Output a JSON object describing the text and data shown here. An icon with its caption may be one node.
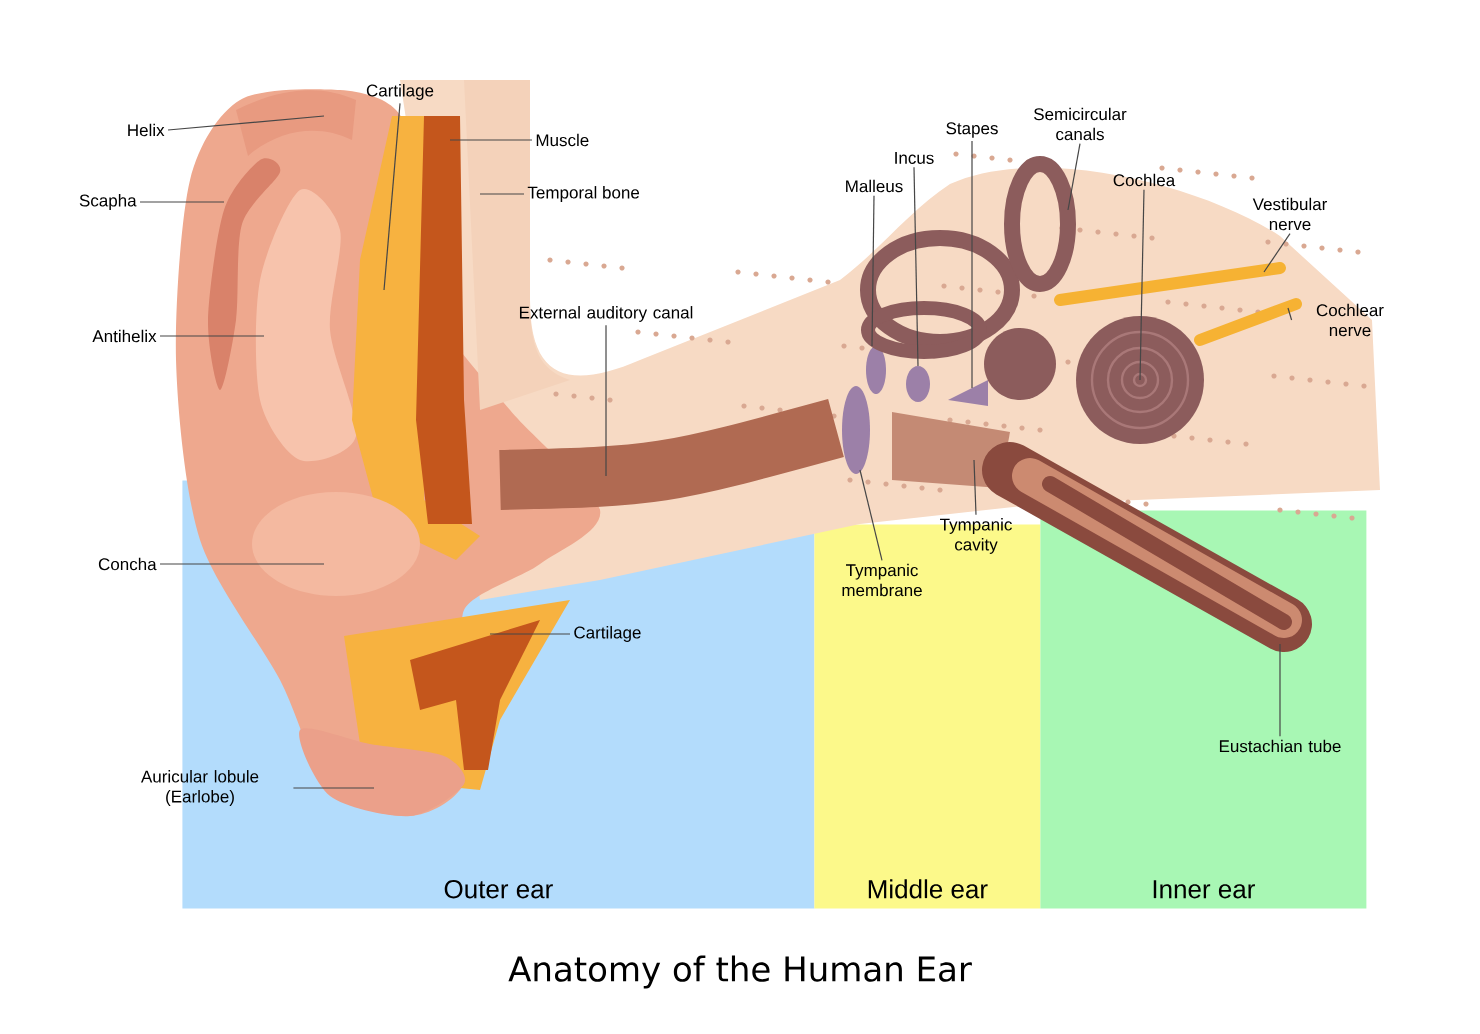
{
  "diagram": {
    "title": "Anatomy of the Human Ear",
    "nodes": [
      {
        "text": [
          "Outer ear"
        ]
      },
      {
        "text": [
          "Middle ear"
        ]
      },
      {
        "text": [
          "Inner ear"
        ]
      },
      {
        "text": [
          "Helix"
        ]
      },
      {
        "text": [
          "Scapha"
        ]
      },
      {
        "text": [
          "Antihelix"
        ]
      },
      {
        "text": [
          "Cartilage"
        ]
      },
      {
        "text": [
          "Muscle"
        ]
      },
      {
        "text": [
          "Temporal bone"
        ]
      },
      {
        "text": [
          "External auditory canal"
        ]
      },
      {
        "text": [
          "Concha"
        ]
      },
      {
        "text": [
          "Cartilage"
        ],
        "in": 0
      },
      {
        "text": [
          "Auricular lobule (Earlobe)"
        ]
      },
      {
        "text": [
          "Malleus"
        ]
      },
      {
        "text": [
          "Incus"
        ]
      },
      {
        "text": [
          "Stapes"
        ]
      },
      {
        "text": [
          "Semicircular canals"
        ]
      },
      {
        "text": [
          "Cochlea"
        ]
      },
      {
        "text": [
          "Vestibular nerve"
        ]
      },
      {
        "text": [
          "Cochlear nerve"
        ]
      },
      {
        "text": [
          "Tympanic membrane"
        ],
        "in": 1
      },
      {
        "text": [
          "Tympanic cavity"
        ]
      },
      {
        "text": [
          "Eustachian tube"
        ],
        "in": 2
      },
      {
        "text": [],
        "shape": "picture"
      },
      {
        "text": [],
        "shape": "picture"
      },
      {
        "text": [],
        "shape": "picture"
      },
      {
        "text": [],
        "shape": "picture"
      },
      {
        "text": [],
        "shape": "picture"
      },
      {
        "text": [],
        "shape": "picture"
      },
      {
        "text": [],
        "shape": "picture"
      },
      {
        "text": [],
        "shape": "circle",
        "in": 0
      },
      {
        "text": [],
        "shape": "picture",
        "in": 0
      },
      {
        "text": [],
        "shape": "picture",
        "in": 0
      },
      {
        "text": [],
        "shape": "circle"
      },
      {
        "text": [],
        "shape": "circle"
      },
      {
        "text": [],
        "shape": "picture"
      },
      {
        "text": [],
        "shape": "picture"
      },
      {
        "text": [],
        "shape": "picture"
      },
      {
        "text": [],
        "shape": "picture"
      },
      {
        "text": [],
        "shape": "picture"
      },
      {
        "text": [],
        "shape": "circle"
      },
      {
        "text": [],
        "shape": "picture"
      },
      {
        "text": [],
        "shape": "picture"
      }
    ],
    "edges": [
      {
        "from": 3,
        "to": 23,
        "arrow": "none"
      },
      {
        "from": 4,
        "to": 24,
        "arrow": "none"
      },
      {
        "from": 5,
        "to": 25,
        "arrow": "none"
      },
      {
        "from": 6,
        "to": 26,
        "arrow": "none"
      },
      {
        "from": 7,
        "to": 27,
        "arrow": "none"
      },
      {
        "from": 8,
        "to": 28,
        "arrow": "none"
      },
      {
        "from": 9,
        "to": 29,
        "arrow": "none"
      },
      {
        "from": 10,
        "to": 30,
        "arrow": "none"
      },
      {
        "from": 11,
        "to": 31,
        "arrow": "none"
      },
      {
        "from": 12,
        "to": 32,
        "arrow": "none"
      },
      {
        "from": 13,
        "to": 33,
        "arrow": "none"
      },
      {
        "from": 14,
        "to": 34,
        "arrow": "none"
      },
      {
        "from": 15,
        "to": 35,
        "arrow": "none"
      },
      {
        "from": 16,
        "to": 36,
        "arrow": "none"
      },
      {
        "from": 17,
        "to": 37,
        "arrow": "none"
      },
      {
        "from": 18,
        "to": 38,
        "arrow": "none"
      },
      {
        "from": 19,
        "to": 39,
        "arrow": "none"
      },
      {
        "from": 20,
        "to": 40,
        "arrow": "none"
      },
      {
        "from": 21,
        "to": 41,
        "arrow": "none"
      },
      {
        "from": 22,
        "to": 42,
        "arrow": "none"
      }
    ]
  }
}
